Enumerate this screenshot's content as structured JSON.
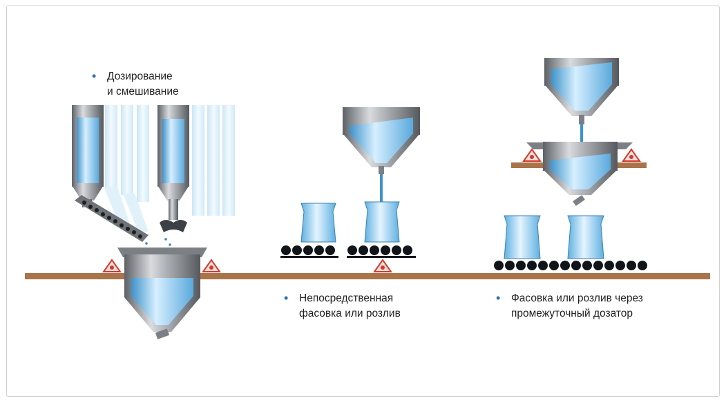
{
  "captions": {
    "dosing": {
      "line1": "Дозирование",
      "line2": "и смешивание"
    },
    "direct": {
      "line1": "Непосредственная",
      "line2": "фасовка или розлив"
    },
    "intermediate": {
      "line1": "Фасовка или розлив через",
      "line2": "промежуточный дозатор"
    }
  },
  "colors": {
    "floor": "#a9744a",
    "steel": "#8e9196",
    "liquid": "#7fc4ea",
    "bullet": "#2a6fb3",
    "warning": "#d23a2a"
  },
  "icons": [
    "weigh-sensor-icon"
  ]
}
